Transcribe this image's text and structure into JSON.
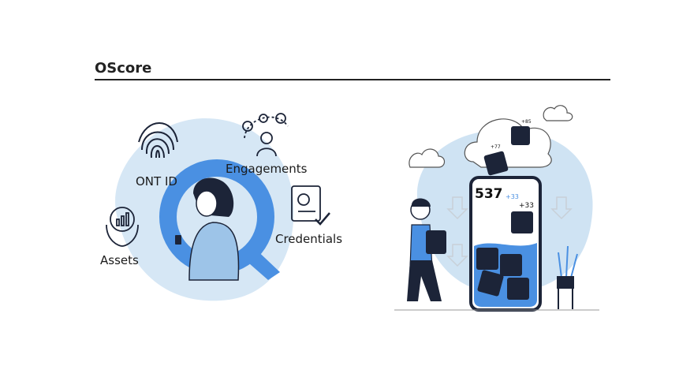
{
  "header": {
    "title": "OScore"
  },
  "left_illustration": {
    "labels": {
      "ont_id": "ONT ID",
      "engagements": "Engagements",
      "credentials": "Credentials",
      "assets": "Assets"
    }
  },
  "right_illustration": {
    "score": "537",
    "score_delta": "+33",
    "tile_delta": "+33",
    "cloud_tile_deltas": [
      "+77",
      "+85"
    ]
  },
  "colors": {
    "accent": "#4a90e2",
    "light_blue": "#cfe3f3",
    "dark_tile": "#1c2438"
  }
}
